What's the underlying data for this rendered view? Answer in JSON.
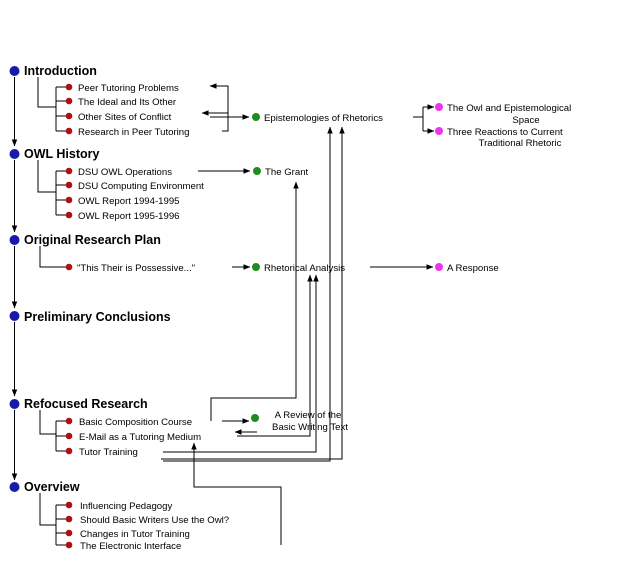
{
  "colors": {
    "section_dot": "#1a1aa8",
    "item_dot": "#b01010",
    "topic_dot": "#1e8c1e",
    "subtopic_dot": "#ee33ee",
    "line": "#000000"
  },
  "sections": [
    {
      "id": "introduction",
      "label": "Introduction",
      "items": [
        "Peer Tutoring Problems",
        "The Ideal and Its Other",
        "Other Sites of Conflict",
        "Research in Peer Tutoring"
      ]
    },
    {
      "id": "owl-history",
      "label": "OWL History",
      "items": [
        "DSU OWL Operations",
        "DSU Computing Environment",
        "OWL Report 1994-1995",
        "OWL Report 1995-1996"
      ]
    },
    {
      "id": "original-research-plan",
      "label": "Original Research Plan",
      "items": [
        "\"This Their is Possessive...\""
      ]
    },
    {
      "id": "preliminary-conclusions",
      "label": "Preliminary Conclusions",
      "items": []
    },
    {
      "id": "refocused-research",
      "label": "Refocused Research",
      "items": [
        "Basic Composition Course",
        "E-Mail as a Tutoring Medium",
        "Tutor Training"
      ]
    },
    {
      "id": "overview",
      "label": "Overview",
      "items": [
        "Influencing Pedagogy",
        "Should Basic Writers Use the Owl?",
        "Changes in Tutor Training",
        "The Electronic Interface"
      ]
    }
  ],
  "topics": {
    "epistemologies": "Epistemologies of Rhetorics",
    "grant": "The Grant",
    "rhetorical_analysis": "Rhetorical Analysis",
    "basic_writing_review": [
      "A Review of the",
      "Basic Writing Text"
    ]
  },
  "subtopics": {
    "owl_epistemological": [
      "The Owl and Epistemological",
      "Space"
    ],
    "three_reactions": [
      "Three Reactions to Current",
      "Traditional Rhetoric"
    ],
    "a_response": "A Response"
  }
}
